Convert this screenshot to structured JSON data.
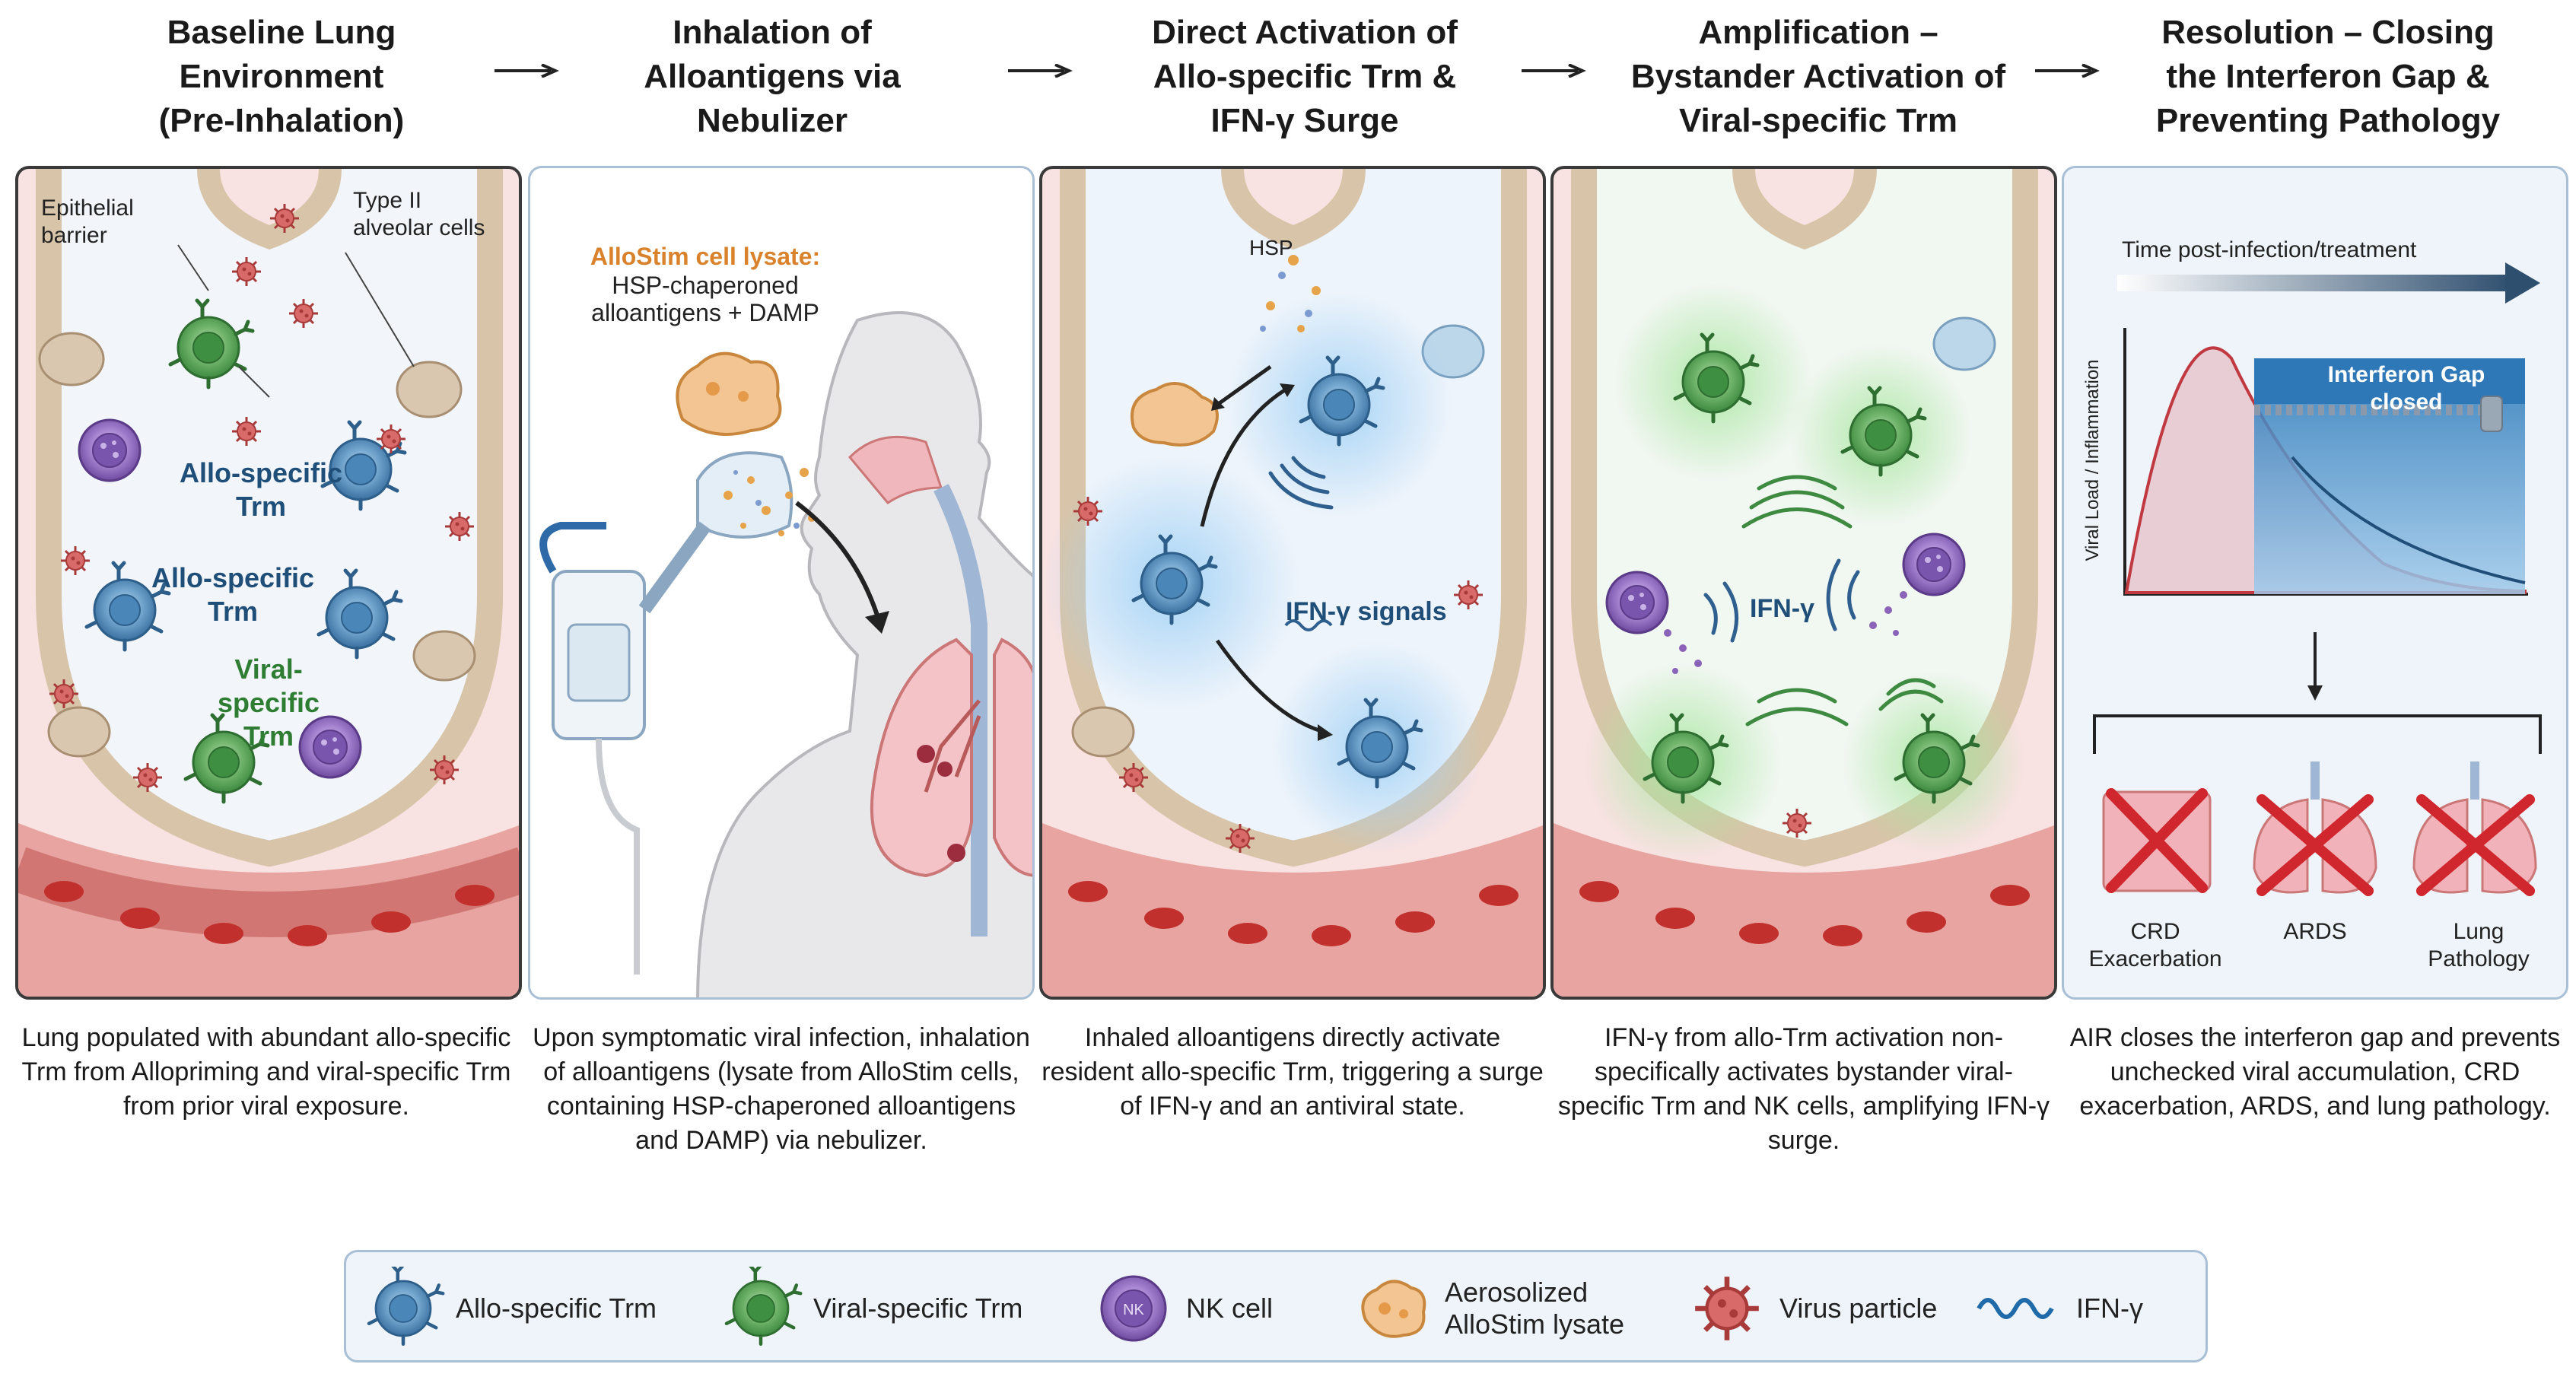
{
  "panels": [
    {
      "title": "Baseline Lung\nEnvironment\n(Pre-Inhalation)",
      "caption": "Lung populated with abundant allo-specific Trm from Allopriming and viral-specific Trm from prior viral exposure."
    },
    {
      "title": "Inhalation of\nAlloantigens via\nNebulizer",
      "caption": "Upon symptomatic viral infection, inhalation of alloantigens (lysate from AlloStim cells, containing HSP-chaperoned alloantigens and DAMP) via nebulizer."
    },
    {
      "title": "Direct Activation of\nAllo-specific Trm &\nIFN-γ Surge",
      "caption": "Inhaled alloantigens directly activate resident allo-specific Trm, triggering a surge of IFN-γ and an antiviral state."
    },
    {
      "title": "Amplification –\nBystander Activation of\nViral-specific Trm",
      "caption": "IFN-γ from allo-Trm activation non-specifically activates bystander viral-specific Trm and NK cells, amplifying IFN-γ surge."
    },
    {
      "title": "Resolution – Closing\nthe Interferon Gap &\nPreventing Pathology",
      "caption": "AIR closes the interferon gap and prevents unchecked viral accumulation, CRD exacerbation, ARDS, and lung pathology."
    }
  ],
  "panel1": {
    "epithelial_label": "Epithelial\nbarrier",
    "type2_label": "Type II\nalveolar cells",
    "cell_label_1": "Allo-specific\nTrm",
    "cell_label_2": "Allo-specific\nTrm",
    "cell_label_3": "Viral-\nspecific\nTrm"
  },
  "panel2": {
    "lysate_title": "AlloStim cell lysate:",
    "lysate_desc": "HSP-chaperoned\nalloantigens + DAMP"
  },
  "panel3": {
    "hsp_label": "HSP",
    "ifn_label": "IFN-γ signals"
  },
  "panel4": {
    "ifn_label": "IFN-γ"
  },
  "panel5": {
    "time_label": "Time post-infection/treatment",
    "y_label": "Viral Load / Inflammation",
    "gap_label": "Interferon Gap\nclosed",
    "outcomes": [
      "CRD\nExacerbation",
      "ARDS",
      "Lung\nPathology"
    ]
  },
  "legend": [
    {
      "label": "Allo-specific Trm",
      "icon": "allo-trm-icon"
    },
    {
      "label": "Viral-specific Trm",
      "icon": "viral-trm-icon"
    },
    {
      "label": "NK cell",
      "icon": "nk-cell-icon",
      "badge": "NK"
    },
    {
      "label": "Aerosolized\nAlloStim lysate",
      "icon": "lysate-icon"
    },
    {
      "label": "Virus particle",
      "icon": "virus-icon"
    },
    {
      "label": "IFN-γ",
      "icon": "ifn-wave-icon"
    }
  ],
  "colors": {
    "allo_trm": "#4a86b8",
    "viral_trm": "#4a9a4e",
    "nk_cell": "#8a63b8",
    "virus": "#c84a4a",
    "lysate": "#e9a24a",
    "title_blue": "#1f4e79",
    "title_green": "#2e7d32"
  }
}
